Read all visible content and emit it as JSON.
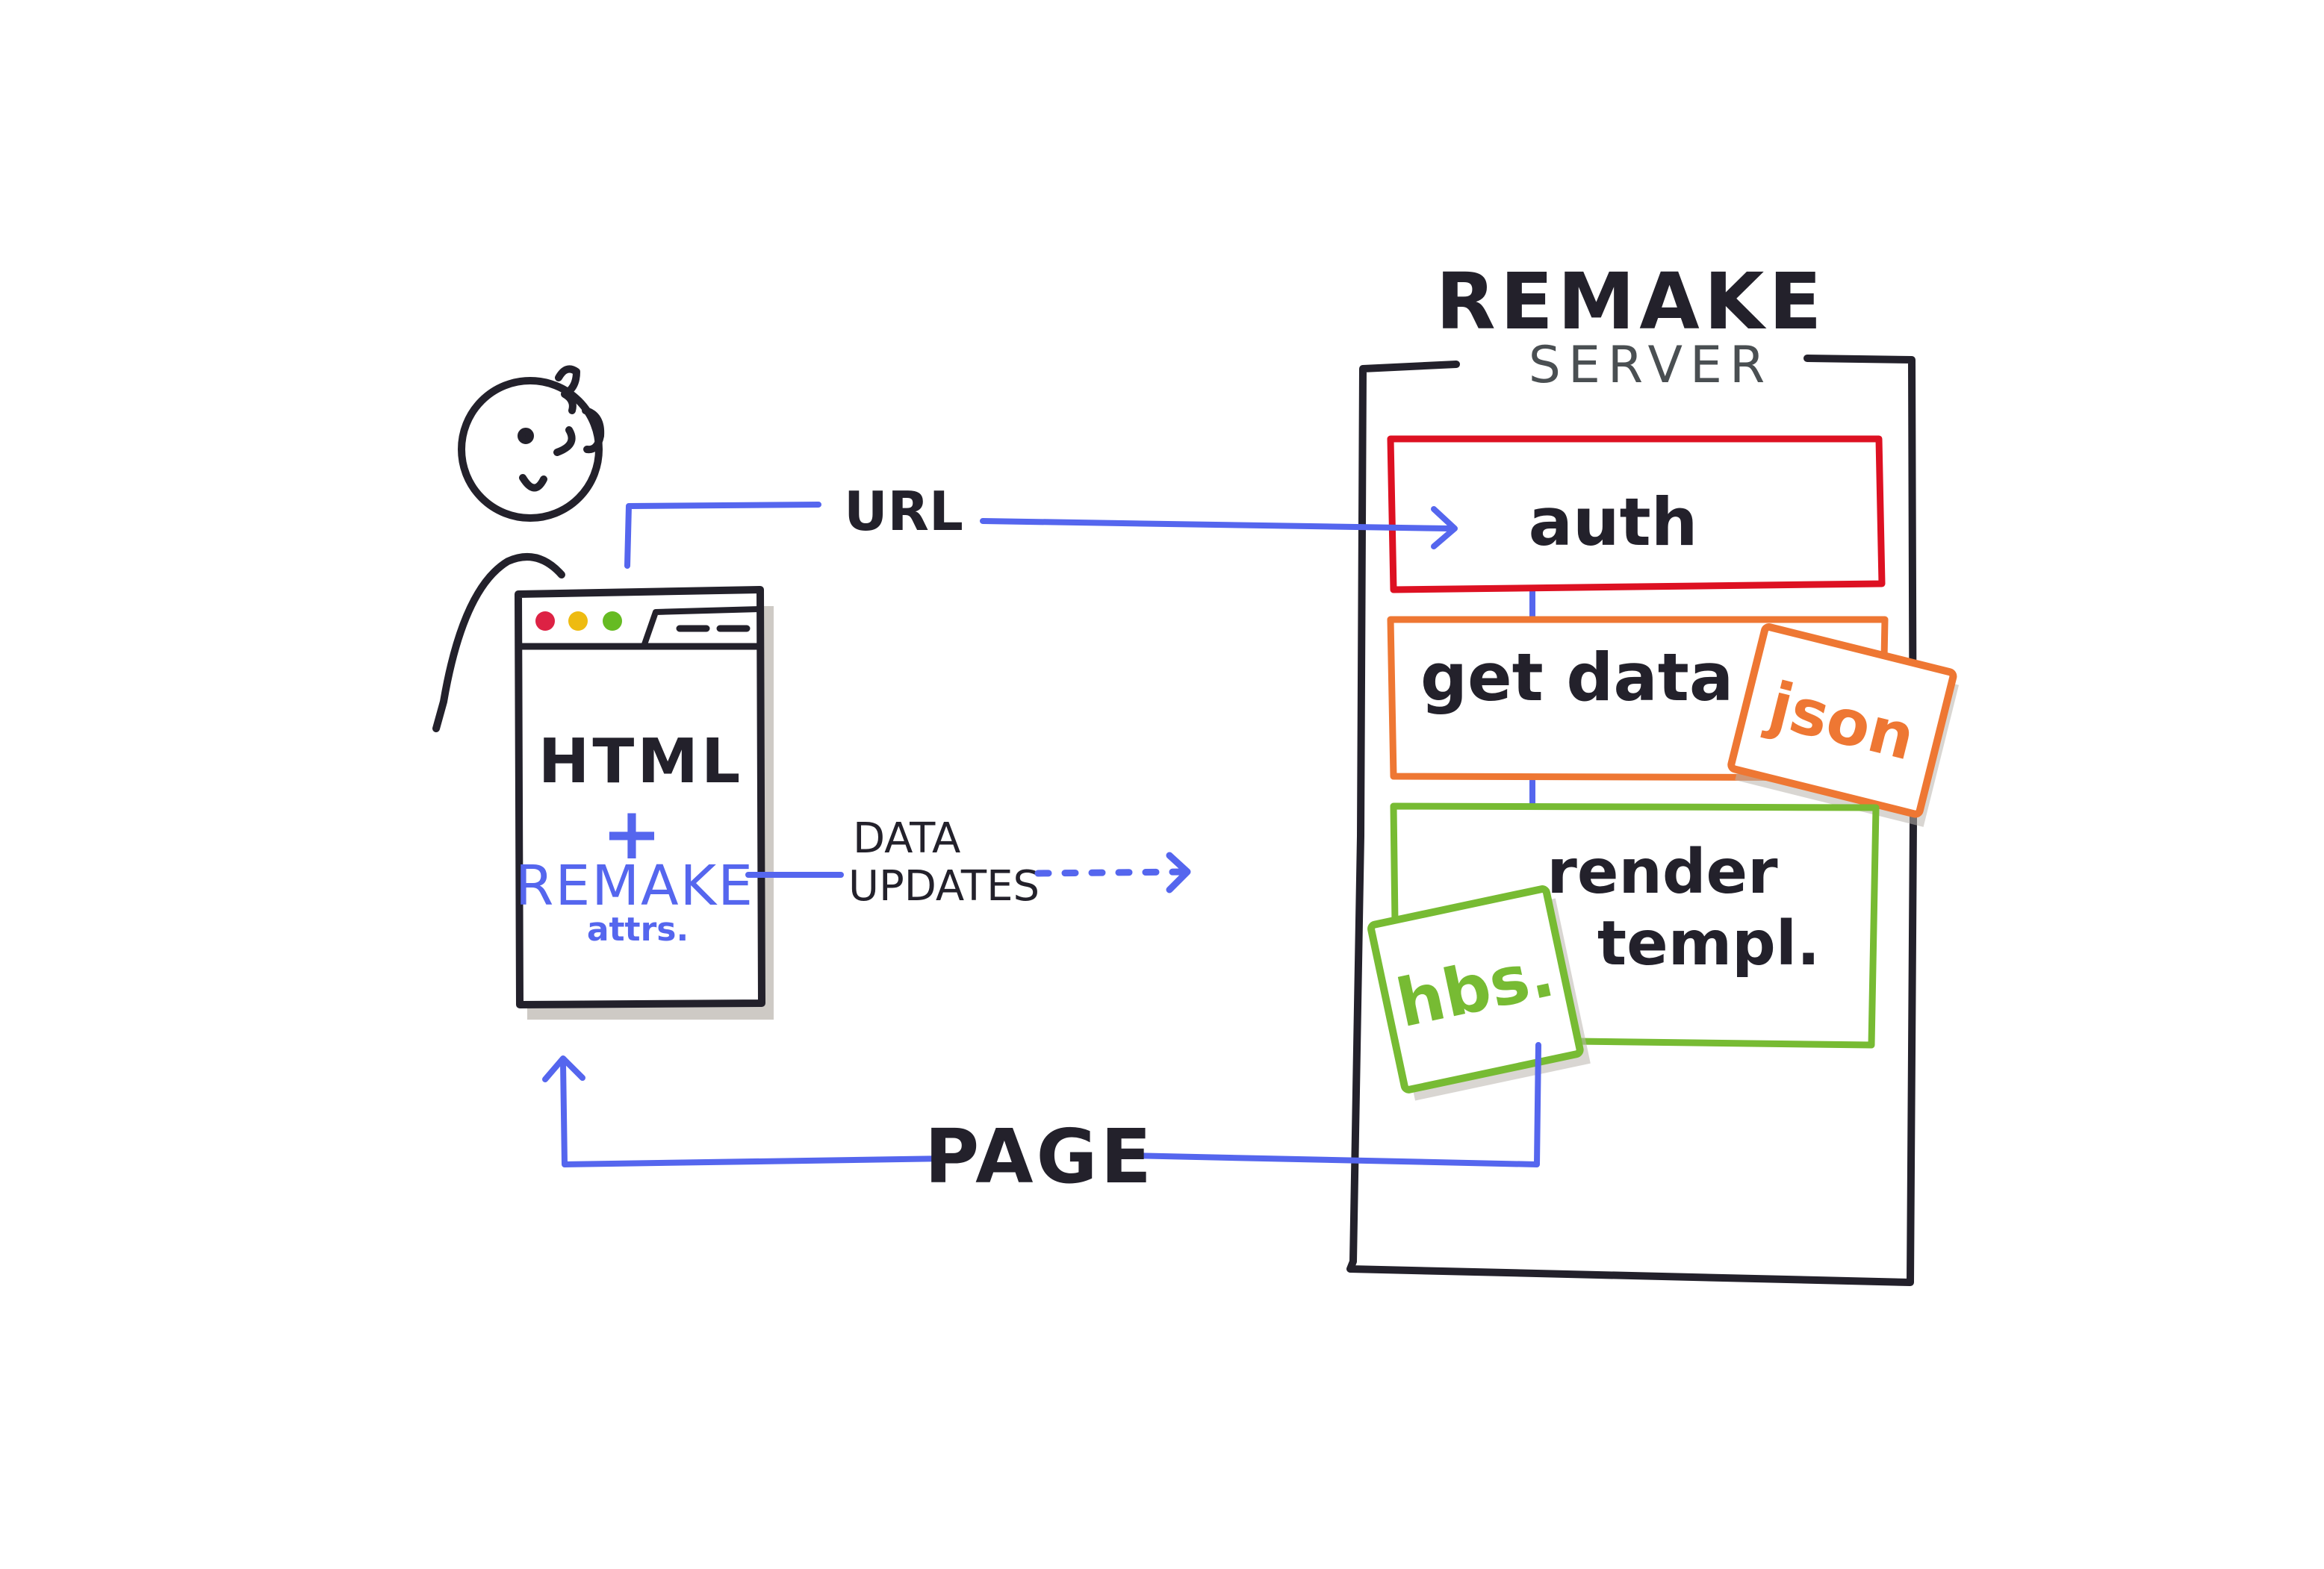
{
  "server": {
    "title": "REMAKE",
    "subtitle": "SERVER",
    "steps": {
      "auth": "auth",
      "get_data": "get data",
      "render": [
        "render",
        "templ."
      ]
    },
    "badges": {
      "json": "json",
      "hbs": "hbs."
    }
  },
  "browser": {
    "html_label": "HTML",
    "plus": "+",
    "remake_label": "REMAKE",
    "attrs_label": "attrs."
  },
  "arrows": {
    "url": "URL",
    "data_updates": [
      "DATA",
      "UPDATES"
    ],
    "page": "PAGE"
  },
  "colors": {
    "ink": "#23212b",
    "blue": "#5566ee",
    "red": "#dd1122",
    "orange": "#ee7733",
    "green": "#77bb33",
    "gray_text": "#4a4f52",
    "shadow": "#b9b4ad",
    "dot_red": "#dd2244",
    "dot_yellow": "#eebb11",
    "dot_green": "#66bb22"
  }
}
